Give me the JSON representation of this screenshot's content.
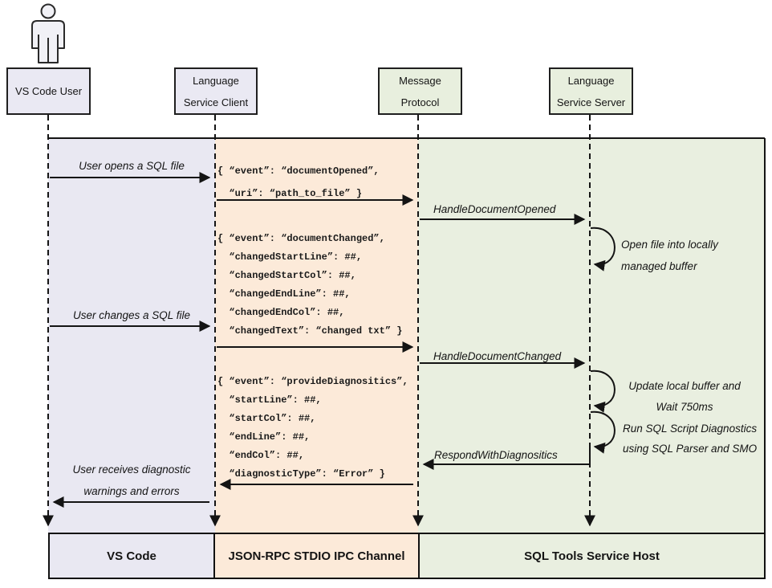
{
  "diagram": {
    "actors": [
      {
        "id": "vscode-user",
        "lines": [
          "VS Code User"
        ]
      },
      {
        "id": "language-service-client",
        "lines": [
          "Language",
          "Service Client"
        ]
      },
      {
        "id": "message-protocol",
        "lines": [
          "Message",
          "Protocol"
        ]
      },
      {
        "id": "language-service-server",
        "lines": [
          "Language",
          "Service Server"
        ]
      }
    ],
    "messages": {
      "user_opens": "User opens a SQL file",
      "handle_document_opened": "HandleDocumentOpened",
      "user_changes": "User changes a SQL file",
      "handle_document_changed": "HandleDocumentChanged",
      "respond_with_diagnostics": "RespondWithDiagnositics",
      "user_receives": [
        "User receives diagnostic",
        "warnings and errors"
      ]
    },
    "notes": {
      "open_file": [
        "Open file into locally",
        "managed buffer"
      ],
      "update_buffer": [
        "Update local buffer and",
        "Wait 750ms"
      ],
      "run_diagnostics": [
        "Run SQL Script Diagnostics",
        "using SQL Parser and SMO"
      ]
    },
    "payloads": {
      "document_opened": [
        "{ “event”: “documentOpened”,",
        "  “uri”: “path_to_file” }"
      ],
      "document_changed": [
        "{ “event”: “documentChanged”,",
        "  “changedStartLine”: ##,",
        "  “changedStartCol”: ##,",
        "  “changedEndLine”: ##,",
        "  “changedEndCol”: ##,",
        "  “changedText”: “changed txt” }"
      ],
      "provide_diagnostics": [
        "{ “event”: “provideDiagnositics”,",
        "  “startLine”: ##,",
        "  “startCol”: ##,",
        "  “endLine”: ##,",
        "  “endCol”: ##,",
        "  “diagnosticType”: “Error” }"
      ]
    },
    "footers": [
      "VS Code",
      "JSON-RPC STDIO IPC Channel",
      "SQL Tools Service Host"
    ],
    "colors": {
      "lavender": "#e9e8f2",
      "peach": "#fcead9",
      "green": "#e9efe0",
      "line": "#141414"
    }
  }
}
